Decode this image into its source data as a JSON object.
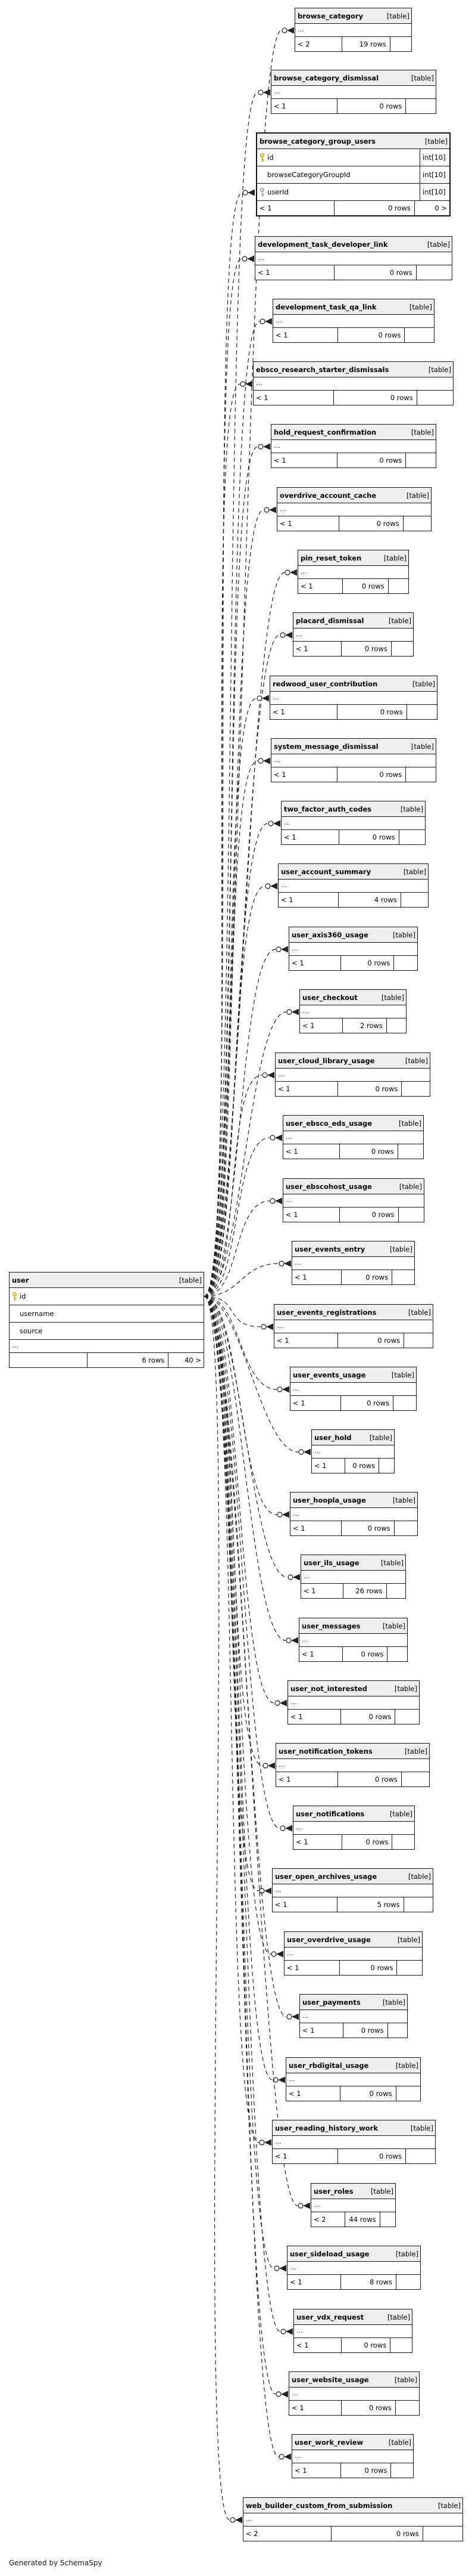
{
  "diagram": {
    "generated_by": "Generated by SchemaSpy",
    "colors": {
      "primary_key_icon": "#b9b400",
      "foreign_key_icon": "#9c9c9c",
      "header_bg": "#eeeeee",
      "edge": "#222222"
    }
  },
  "user_table": {
    "name": "user",
    "tag": "[table]",
    "ellipsis": "...",
    "columns": [
      {
        "name": "id",
        "key": "pk",
        "type": ""
      },
      {
        "name": "username",
        "key": "",
        "type": ""
      },
      {
        "name": "source",
        "key": "",
        "type": ""
      }
    ],
    "footer": {
      "parents": "",
      "rows": "6 rows",
      "children": "40 >"
    }
  },
  "related_tables": [
    {
      "name": "browse_category",
      "tag": "[table]",
      "ellipsis": "...",
      "footer": {
        "parents": "< 2",
        "rows": "19 rows",
        "children": ""
      }
    },
    {
      "name": "browse_category_dismissal",
      "tag": "[table]",
      "ellipsis": "...",
      "footer": {
        "parents": "< 1",
        "rows": "0 rows",
        "children": ""
      }
    },
    {
      "name": "browse_category_group_users",
      "tag": "[table]",
      "columns": [
        {
          "name": "id",
          "key": "pk",
          "type": "int[10]"
        },
        {
          "name": "browseCategoryGroupId",
          "key": "",
          "type": "int[10]"
        },
        {
          "name": "userId",
          "key": "fk",
          "type": "int[10]"
        }
      ],
      "footer": {
        "parents": "< 1",
        "rows": "0 rows",
        "children": "0 >"
      }
    },
    {
      "name": "development_task_developer_link",
      "tag": "[table]",
      "ellipsis": "...",
      "footer": {
        "parents": "< 1",
        "rows": "0 rows",
        "children": ""
      }
    },
    {
      "name": "development_task_qa_link",
      "tag": "[table]",
      "ellipsis": "...",
      "footer": {
        "parents": "< 1",
        "rows": "0 rows",
        "children": ""
      }
    },
    {
      "name": "ebsco_research_starter_dismissals",
      "tag": "[table]",
      "ellipsis": "...",
      "footer": {
        "parents": "< 1",
        "rows": "0 rows",
        "children": ""
      }
    },
    {
      "name": "hold_request_confirmation",
      "tag": "[table]",
      "ellipsis": "...",
      "footer": {
        "parents": "< 1",
        "rows": "0 rows",
        "children": ""
      }
    },
    {
      "name": "overdrive_account_cache",
      "tag": "[table]",
      "ellipsis": "...",
      "footer": {
        "parents": "< 1",
        "rows": "0 rows",
        "children": ""
      }
    },
    {
      "name": "pin_reset_token",
      "tag": "[table]",
      "ellipsis": "...",
      "footer": {
        "parents": "< 1",
        "rows": "0 rows",
        "children": ""
      }
    },
    {
      "name": "placard_dismissal",
      "tag": "[table]",
      "ellipsis": "...",
      "footer": {
        "parents": "< 1",
        "rows": "0 rows",
        "children": ""
      }
    },
    {
      "name": "redwood_user_contribution",
      "tag": "[table]",
      "ellipsis": "...",
      "footer": {
        "parents": "< 1",
        "rows": "0 rows",
        "children": ""
      }
    },
    {
      "name": "system_message_dismissal",
      "tag": "[table]",
      "ellipsis": "...",
      "footer": {
        "parents": "< 1",
        "rows": "0 rows",
        "children": ""
      }
    },
    {
      "name": "two_factor_auth_codes",
      "tag": "[table]",
      "ellipsis": "...",
      "footer": {
        "parents": "< 1",
        "rows": "0 rows",
        "children": ""
      }
    },
    {
      "name": "user_account_summary",
      "tag": "[table]",
      "ellipsis": "...",
      "footer": {
        "parents": "< 1",
        "rows": "4 rows",
        "children": ""
      }
    },
    {
      "name": "user_axis360_usage",
      "tag": "[table]",
      "ellipsis": "...",
      "footer": {
        "parents": "< 1",
        "rows": "0 rows",
        "children": ""
      }
    },
    {
      "name": "user_checkout",
      "tag": "[table]",
      "ellipsis": "...",
      "footer": {
        "parents": "< 1",
        "rows": "2 rows",
        "children": ""
      }
    },
    {
      "name": "user_cloud_library_usage",
      "tag": "[table]",
      "ellipsis": "...",
      "footer": {
        "parents": "< 1",
        "rows": "0 rows",
        "children": ""
      }
    },
    {
      "name": "user_ebsco_eds_usage",
      "tag": "[table]",
      "ellipsis": "...",
      "footer": {
        "parents": "< 1",
        "rows": "0 rows",
        "children": ""
      }
    },
    {
      "name": "user_ebscohost_usage",
      "tag": "[table]",
      "ellipsis": "...",
      "footer": {
        "parents": "< 1",
        "rows": "0 rows",
        "children": ""
      }
    },
    {
      "name": "user_events_entry",
      "tag": "[table]",
      "ellipsis": "...",
      "footer": {
        "parents": "< 1",
        "rows": "0 rows",
        "children": ""
      }
    },
    {
      "name": "user_events_registrations",
      "tag": "[table]",
      "ellipsis": "...",
      "footer": {
        "parents": "< 1",
        "rows": "0 rows",
        "children": ""
      }
    },
    {
      "name": "user_events_usage",
      "tag": "[table]",
      "ellipsis": "...",
      "footer": {
        "parents": "< 1",
        "rows": "0 rows",
        "children": ""
      }
    },
    {
      "name": "user_hold",
      "tag": "[table]",
      "ellipsis": "...",
      "footer": {
        "parents": "< 1",
        "rows": "0 rows",
        "children": ""
      }
    },
    {
      "name": "user_hoopla_usage",
      "tag": "[table]",
      "ellipsis": "...",
      "footer": {
        "parents": "< 1",
        "rows": "0 rows",
        "children": ""
      }
    },
    {
      "name": "user_ils_usage",
      "tag": "[table]",
      "ellipsis": "...",
      "footer": {
        "parents": "< 1",
        "rows": "26 rows",
        "children": ""
      }
    },
    {
      "name": "user_messages",
      "tag": "[table]",
      "ellipsis": "...",
      "footer": {
        "parents": "< 1",
        "rows": "0 rows",
        "children": ""
      }
    },
    {
      "name": "user_not_interested",
      "tag": "[table]",
      "ellipsis": "...",
      "footer": {
        "parents": "< 1",
        "rows": "0 rows",
        "children": ""
      }
    },
    {
      "name": "user_notification_tokens",
      "tag": "[table]",
      "ellipsis": "...",
      "footer": {
        "parents": "< 1",
        "rows": "0 rows",
        "children": ""
      }
    },
    {
      "name": "user_notifications",
      "tag": "[table]",
      "ellipsis": "...",
      "footer": {
        "parents": "< 1",
        "rows": "0 rows",
        "children": ""
      }
    },
    {
      "name": "user_open_archives_usage",
      "tag": "[table]",
      "ellipsis": "...",
      "footer": {
        "parents": "< 1",
        "rows": "5 rows",
        "children": ""
      }
    },
    {
      "name": "user_overdrive_usage",
      "tag": "[table]",
      "ellipsis": "...",
      "footer": {
        "parents": "< 1",
        "rows": "0 rows",
        "children": ""
      }
    },
    {
      "name": "user_payments",
      "tag": "[table]",
      "ellipsis": "...",
      "footer": {
        "parents": "< 1",
        "rows": "0 rows",
        "children": ""
      }
    },
    {
      "name": "user_rbdigital_usage",
      "tag": "[table]",
      "ellipsis": "...",
      "footer": {
        "parents": "< 1",
        "rows": "0 rows",
        "children": ""
      }
    },
    {
      "name": "user_reading_history_work",
      "tag": "[table]",
      "ellipsis": "...",
      "footer": {
        "parents": "< 1",
        "rows": "0 rows",
        "children": ""
      }
    },
    {
      "name": "user_roles",
      "tag": "[table]",
      "ellipsis": "...",
      "footer": {
        "parents": "< 2",
        "rows": "44 rows",
        "children": ""
      }
    },
    {
      "name": "user_sideload_usage",
      "tag": "[table]",
      "ellipsis": "...",
      "footer": {
        "parents": "< 1",
        "rows": "8 rows",
        "children": ""
      }
    },
    {
      "name": "user_vdx_request",
      "tag": "[table]",
      "ellipsis": "...",
      "footer": {
        "parents": "< 1",
        "rows": "0 rows",
        "children": ""
      }
    },
    {
      "name": "user_website_usage",
      "tag": "[table]",
      "ellipsis": "...",
      "footer": {
        "parents": "< 1",
        "rows": "0 rows",
        "children": ""
      }
    },
    {
      "name": "user_work_review",
      "tag": "[table]",
      "ellipsis": "...",
      "footer": {
        "parents": "< 1",
        "rows": "0 rows",
        "children": ""
      }
    },
    {
      "name": "web_builder_custom_from_submission",
      "tag": "[table]",
      "ellipsis": "...",
      "footer": {
        "parents": "< 2",
        "rows": "0 rows",
        "children": ""
      }
    }
  ]
}
